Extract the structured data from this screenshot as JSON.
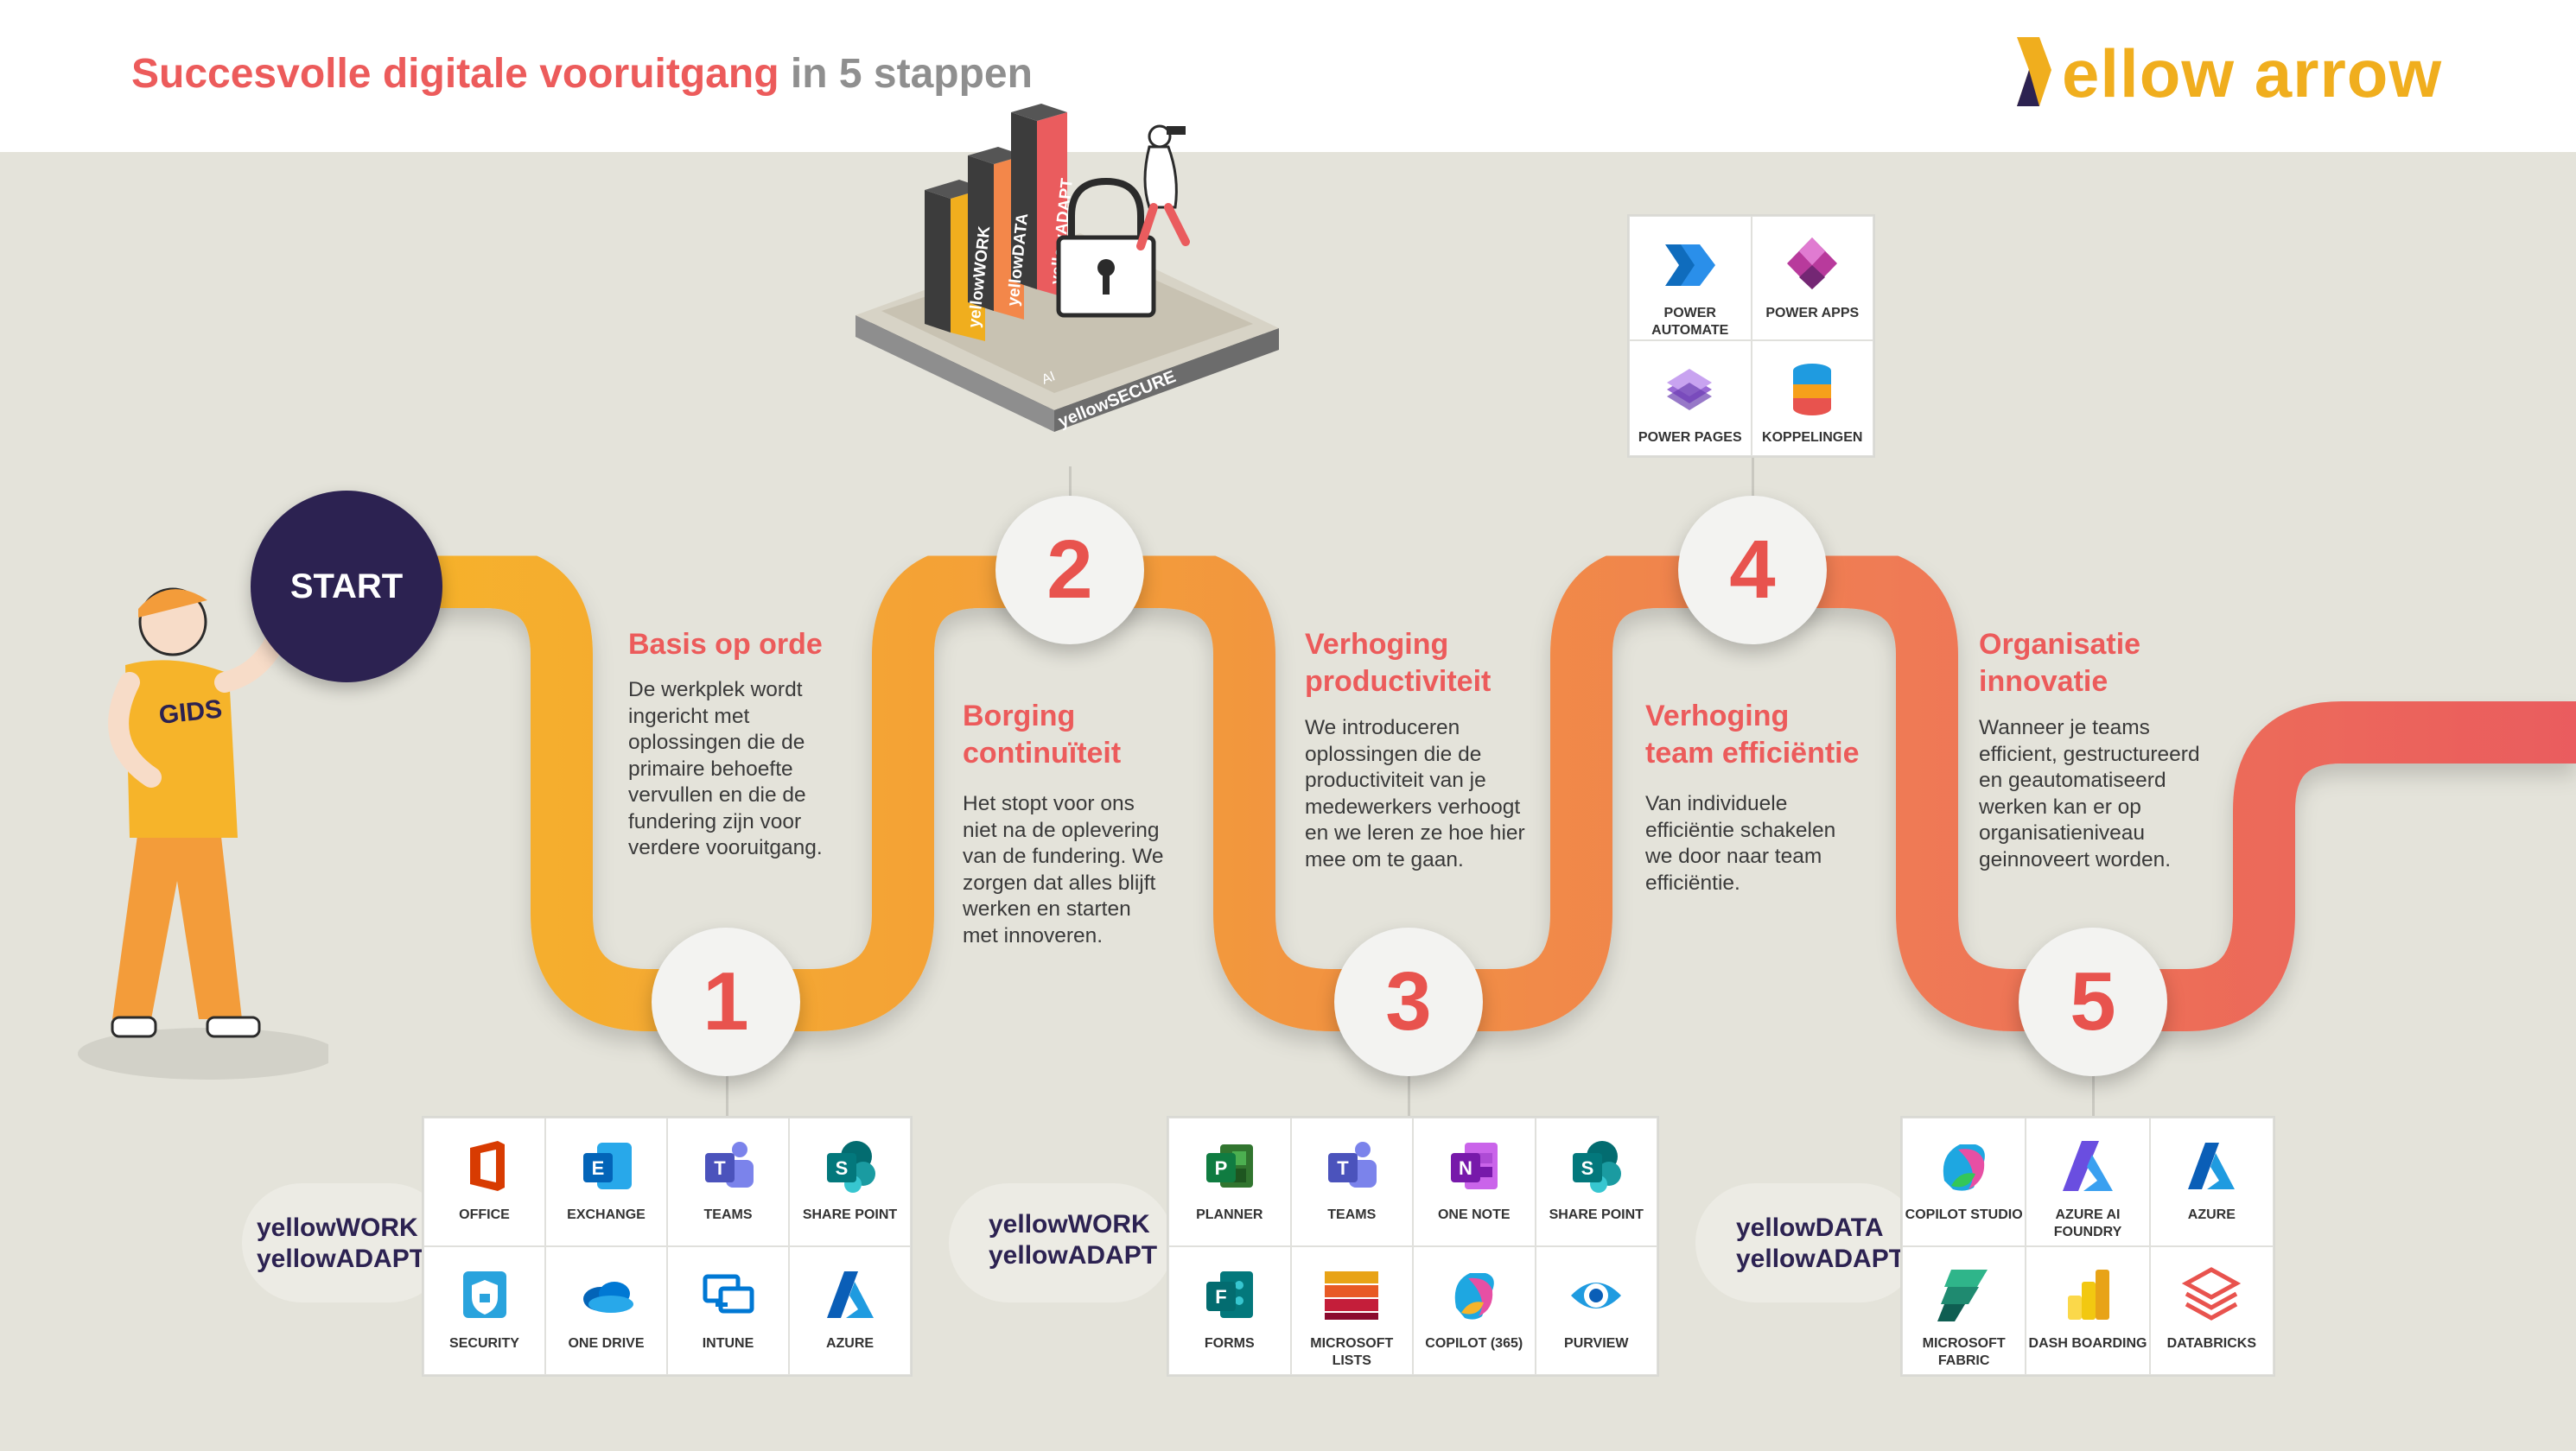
{
  "header": {
    "title_accent": "Succesvolle digitale vooruitgang",
    "title_rest": "in 5 stappen",
    "logo_text": "ellow arrow"
  },
  "start_label": "START",
  "guide": {
    "shirt_label": "GIDS"
  },
  "platform": {
    "bars": [
      "yellowWORK",
      "yellowDATA",
      "yellowADAPT"
    ],
    "ai_label": "AI",
    "secure_label": "yellowSECURE"
  },
  "steps": [
    {
      "number": "1",
      "title_lines": [
        "Basis op orde"
      ],
      "text_lines": [
        "De werkplek wordt",
        "ingericht met",
        "oplossingen die de",
        "primaire behoefte",
        "vervullen en die de",
        "fundering zijn voor",
        "verdere vooruitgang."
      ]
    },
    {
      "number": "2",
      "title_lines": [
        "Borging",
        "continuïteit"
      ],
      "text_lines": [
        "Het stopt voor ons",
        "niet na de oplevering",
        "van de fundering. We",
        "zorgen dat alles blijft",
        "werken en starten",
        "met innoveren."
      ]
    },
    {
      "number": "3",
      "title_lines": [
        "Verhoging",
        "productiviteit"
      ],
      "text_lines": [
        "We introduceren",
        "oplossingen die de",
        "productiviteit van je",
        "medewerkers verhoogt",
        "en we leren ze hoe hier",
        "mee om te gaan."
      ]
    },
    {
      "number": "4",
      "title_lines": [
        "Verhoging",
        "team efficiëntie"
      ],
      "text_lines": [
        "Van individuele",
        "efficiëntie schakelen",
        "we door naar team",
        "efficiëntie."
      ]
    },
    {
      "number": "5",
      "title_lines": [
        "Organisatie",
        "innovatie"
      ],
      "text_lines": [
        "Wanneer je teams",
        "efficient, gestructureerd",
        "en geautomatiseerd",
        "werken kan er op",
        "organisatieniveau",
        "geinnoveert worden."
      ]
    }
  ],
  "stacks": [
    {
      "lines": [
        "yellowWORK",
        "yellowADAPT"
      ]
    },
    {
      "lines": [
        "yellowWORK",
        "yellowADAPT"
      ]
    },
    {
      "lines": [
        "yellowDATA",
        "yellowADAPT"
      ]
    }
  ],
  "tools": {
    "grid1": [
      {
        "label": "OFFICE",
        "icon": "office-icon"
      },
      {
        "label": "EXCHANGE",
        "icon": "exchange-icon"
      },
      {
        "label": "TEAMS",
        "icon": "teams-icon"
      },
      {
        "label": "SHARE POINT",
        "icon": "sharepoint-icon"
      },
      {
        "label": "SECURITY",
        "icon": "security-icon"
      },
      {
        "label": "ONE DRIVE",
        "icon": "onedrive-icon"
      },
      {
        "label": "INTUNE",
        "icon": "intune-icon"
      },
      {
        "label": "AZURE",
        "icon": "azure-icon"
      }
    ],
    "grid3": [
      {
        "label": "PLANNER",
        "icon": "planner-icon"
      },
      {
        "label": "TEAMS",
        "icon": "teams-icon"
      },
      {
        "label": "ONE NOTE",
        "icon": "onenote-icon"
      },
      {
        "label": "SHARE POINT",
        "icon": "sharepoint-icon"
      },
      {
        "label": "FORMS",
        "icon": "forms-icon"
      },
      {
        "label": "MICROSOFT LISTS",
        "icon": "lists-icon"
      },
      {
        "label": "COPILOT (365)",
        "icon": "copilot-icon"
      },
      {
        "label": "PURVIEW",
        "icon": "purview-icon"
      }
    ],
    "grid4": [
      {
        "label": "POWER AUTOMATE",
        "icon": "power-automate-icon"
      },
      {
        "label": "POWER APPS",
        "icon": "power-apps-icon"
      },
      {
        "label": "POWER PAGES",
        "icon": "power-pages-icon"
      },
      {
        "label": "KOPPELINGEN",
        "icon": "database-icon"
      }
    ],
    "grid5": [
      {
        "label": "COPILOT STUDIO",
        "icon": "copilot-studio-icon"
      },
      {
        "label": "AZURE AI FOUNDRY",
        "icon": "azure-ai-foundry-icon"
      },
      {
        "label": "AZURE",
        "icon": "azure-icon"
      },
      {
        "label": "MICROSOFT FABRIC",
        "icon": "fabric-icon"
      },
      {
        "label": "DASH BOARDING",
        "icon": "powerbi-icon"
      },
      {
        "label": "DATABRICKS",
        "icon": "databricks-icon"
      }
    ]
  }
}
